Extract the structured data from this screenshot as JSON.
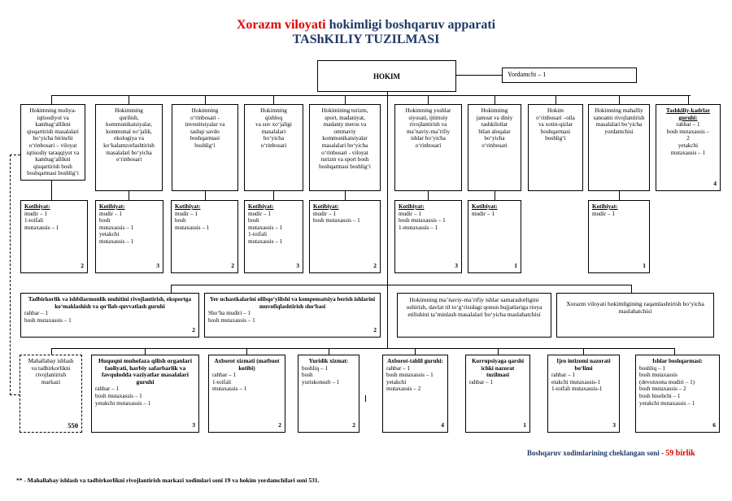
{
  "title": {
    "part_red": "Xorazm viloyati",
    "part_navy": " hokimligi boshqaruv apparati",
    "line2": "TAShKILIY TUZILMASI"
  },
  "hokim": "HOKIM",
  "yordamchi": "Yordamchi – 1",
  "deputies": [
    {
      "text": "Hokimning moliya-\niqtisodiyot va\nkambag‘allikni\nqisqartirish masalalari\nbo‘yicha birinchi\no‘rinbosari – viloyat\niqtisodiy taraqqiyot va\nkambag‘allikni\nqisqartirish bosh\nboshqarmasi boshlig‘i"
    },
    {
      "text": "Hokimining\nqurilish,\nkommunikatsiyalar,\nkommunal xo‘jalik,\nekologiya va\nko‘kalamzorlashtirish\nmasalalari bo‘yicha\no‘rinbosari"
    },
    {
      "text": "Hokimning\no‘rinbosari -\ninvestitsiyalar va\ntashqi savdo\nboshqarmasi\nboshlig‘i"
    },
    {
      "text": "Hokimning\nqishloq\nva suv xo‘jaligi\nmasalalari\nbo‘yicha\no‘rinbosari"
    },
    {
      "text": "Hokimining turizm,\nsport, madaniyat,\nmadaniy meros va\nommaviy\nkommunikatsiyalar\nmasalalari bo‘yicha\no‘rinbosari - viloyat\nturizm va sport bosh\nboshqarmasi boshlig‘i"
    },
    {
      "text": "Hokimning yoshlar\nsiyosati, ijtimoiy\nrivojlantirish va\nma’naviy-ma’rifiy\nishlar bo‘yicha\no‘rinbosari"
    },
    {
      "text": "Hokimning\njamoat va diniy\ntashkilotlar\nbilan aloqalar\nbo‘yicha\no‘rinbosari"
    },
    {
      "text": "Hokim\no‘rinbosari –oila\nva xotin-qizlar\nboshqarmasi\nboshlig‘i"
    },
    {
      "text": "Hokimning mahalliy\nsanoatni rivojlantirish\nmasalalari bo‘yicha\nyordamchisi"
    }
  ],
  "tashkiliy": {
    "title": "Tashkiliy-kadrlar guruhi:",
    "lines": "rahbar – 1\nbosh mutaxassis –\n2\nyetakchi\nmutaxassis – 1",
    "num": "4"
  },
  "kotibiyat": [
    {
      "title": "Kotibiyat:",
      "lines": "mudir – 1\n1-toifali\nmutaxassis – 1",
      "num": "2"
    },
    {
      "title": "Kotibiyat:",
      "lines": "mudir – 1\nbosh\nmutaxassis – 1\nyetakchi\nmutaxassis – 1",
      "num": "3"
    },
    {
      "title": "Kotibiyat:",
      "lines": "mudir – 1\nbosh\nmutaxassis – 1",
      "num": "2"
    },
    {
      "title": "Kotibiyat:",
      "lines": "mudir – 1\nbosh\nmutaxassis – 1\n1-toifali\nmutaxassis – 1",
      "num": "3"
    },
    {
      "title": "Kotibiyat:",
      "lines": "mudir – 1\nbosh mutaxassis – 1",
      "num": "2"
    },
    {
      "title": "Kotibiyat:",
      "lines": "mudir – 1\nbosh mutaxassis – 1\n1-mutaxassis – 1",
      "num": "3"
    },
    {
      "title": "Kotibiyat:",
      "lines": "mudir – 1",
      "num": "1"
    },
    {
      "title": "Kotibiyat:",
      "lines": "mudir – 1",
      "num": "1"
    }
  ],
  "groups": [
    {
      "title": "Tadbirkorlik va ishbilarmonlik muhitini rivojlantirish, eksportga ko‘maklashish va qo‘llab-quvvatlash guruhi",
      "lines": "rahbar – 1\nbosh mutaxassis – 1",
      "num": "2"
    },
    {
      "title": "Yer uchastkalarini olibqo‘yilishi va kompensatsiya berish ishlarini muvofiqlashtirish sho‘basi",
      "lines": "Sho‘ba mudiri – 1\nbosh mutaxassis – 1",
      "num": "2"
    },
    {
      "title": "Hokimning ma’naviy-ma’rifiy ishlar samaradorligini oshirish, davlat til to‘g‘risidagi qonun hujjatlariga rioya etilishini ta’minlash masalalari bo‘yicha maslahatchisi"
    },
    {
      "title": "Xorazm viloyati hokimligining raqamlashtirish bo‘yicha maslahatchisi"
    }
  ],
  "mahalla": {
    "text": "Mahallabay ishlash\nva tadbirkorlikni\nrivojlantirish\nmarkazi",
    "num": "550"
  },
  "bottom": [
    {
      "title": "Huquqni muhofaza qilish organlari faoliyati, harbiy safarbarlik va favqulodda vaziyatlar masalalari guruhi",
      "lines": "rahbar – 1\nbosh mutaxassis – 1\nyetakchi mutaxassis – 1",
      "num": "3"
    },
    {
      "title": "Axborot xizmati (matbuot kotibi)",
      "lines": "rahbar – 1\n1-toifali\nmutaxassis – 1",
      "num": "2"
    },
    {
      "title": "Yuridik xizmat:",
      "lines": "boshliq – 1\nbosh\nyuriskonsult – 1",
      "num": "2"
    },
    {
      "title": "Axborot-tahlil guruhi:",
      "lines": "rahbar – 1\nbosh mutaxassis – 1\nyetakchi\nmutaxassis – 2",
      "num": "4"
    },
    {
      "title": "Korrupsiyaga qarshi ichki nazorat tuzilmasi",
      "lines": "rahbar – 1",
      "num": "1"
    },
    {
      "title": "Ijro intizomi nazorati bo‘limi",
      "lines": "rahbar – 1\netakchi mutaxassis-1\n1-toifali mutaxassis-1",
      "num": "3"
    },
    {
      "title": "Ishlar boshqarmasi:",
      "lines": "boshliq – 1\nbosh mutaxassis\n(devonxona mudiri – 1)\nbosh mutaxassis – 2\nbosh hisobchi – 1\nyetakchi mutaxassis – 1",
      "num": "6"
    }
  ],
  "summary": {
    "label": "Boshqaruv xodimlarining cheklangan soni - ",
    "count": "59",
    "unit": " birlik"
  },
  "footnote": "** - Mahallabay ishlash va tadbirkorlikni rivojlantirish markazi xodimlari soni 19 va hokim yordamchilari soni 531."
}
